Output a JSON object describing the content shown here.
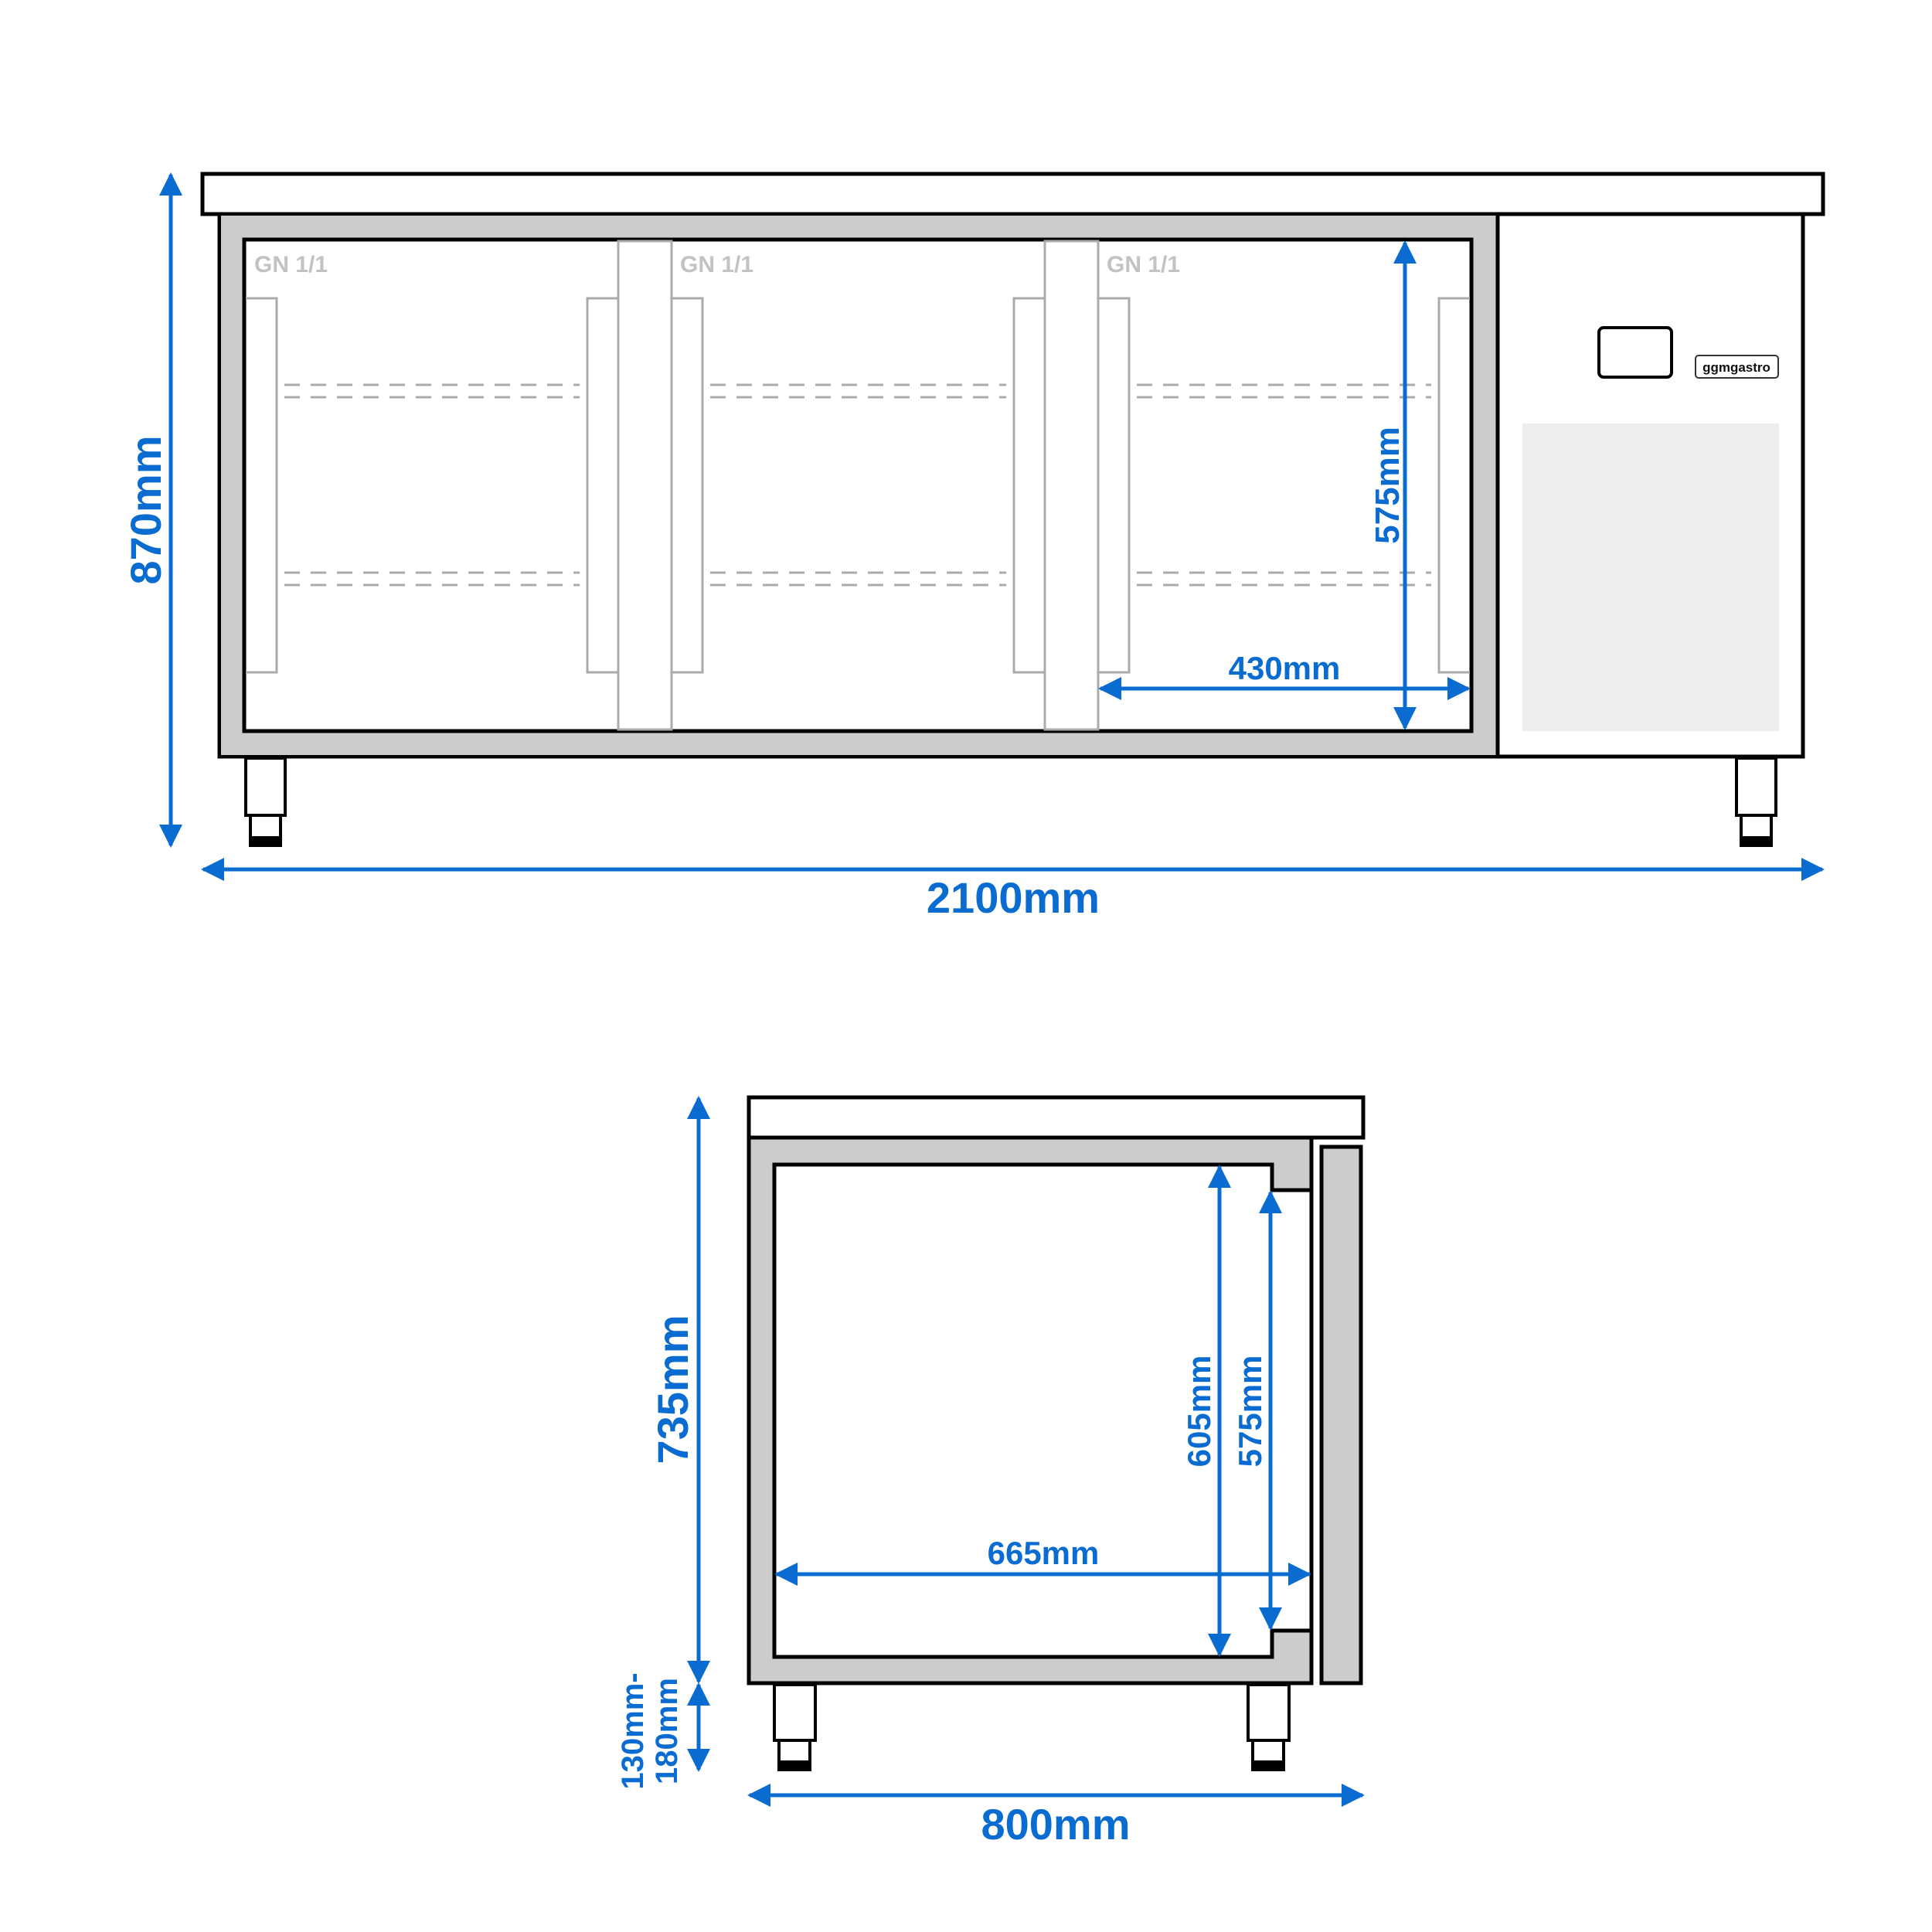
{
  "colors": {
    "dimension": "#0a6bd1",
    "outline": "#000000",
    "panel_gray": "#cccccc",
    "grille": "#eeeeee",
    "shelf_line": "#aaaaaa",
    "label_gray": "#c2c2c2"
  },
  "front_view": {
    "compartments": [
      {
        "label": "GN 1/1"
      },
      {
        "label": "GN 1/1"
      },
      {
        "label": "GN 1/1"
      }
    ],
    "brand_label": "ggmgastro",
    "dimensions": {
      "height": "870mm",
      "width": "2100mm",
      "compartment_height": "575mm",
      "compartment_width": "430mm"
    }
  },
  "side_view": {
    "dimensions": {
      "height": "735mm",
      "leg_height_line1": "130mm-",
      "leg_height_line2": "180mm",
      "depth": "800mm",
      "inner_depth": "665mm",
      "inner_height": "605mm",
      "door_opening_height": "575mm"
    }
  }
}
